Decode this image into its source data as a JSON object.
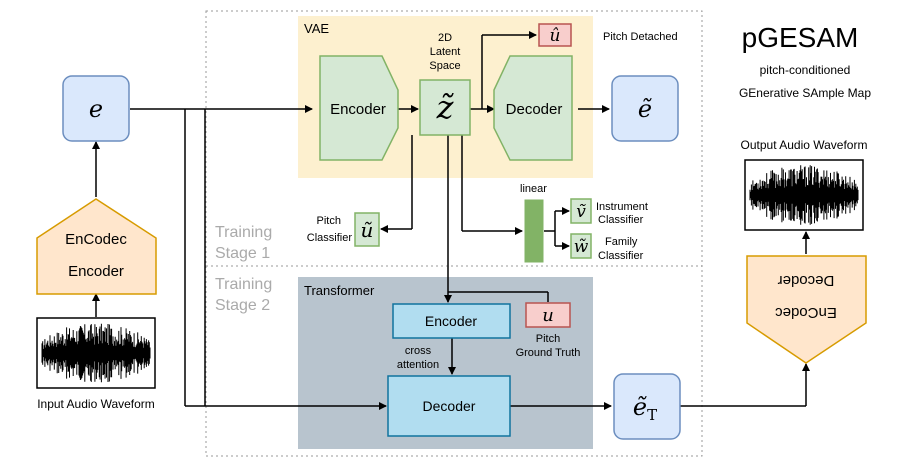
{
  "title": "pGESAM",
  "subtitle_line1": "pitch-conditioned",
  "subtitle_line2": "GEnerative SAmple Map",
  "vae": {
    "label": "VAE",
    "encoder": "Encoder",
    "decoder": "Decoder",
    "latent_label_1": "2D",
    "latent_label_2": "Latent",
    "latent_label_3": "Space",
    "latent_symbol": "z̃",
    "pitch_detached": "Pitch Detached",
    "u_hat_symbol": "û"
  },
  "training_stage_1": [
    "Training",
    "Stage 1"
  ],
  "training_stage_2": [
    "Training",
    "Stage 2"
  ],
  "inputs": {
    "e_symbol": "e",
    "e_tilde_symbol": "ẽ",
    "e_tilde_T_symbol": "ẽ",
    "e_tilde_T_subscript": "T",
    "encodec_encoder_1": "EnCodec",
    "encodec_encoder_2": "Encoder",
    "input_waveform_label": "Input Audio Waveform",
    "output_waveform_label": "Output Audio Waveform",
    "encodec_decoder_1": "EnCodec",
    "encodec_decoder_2": "Decoder"
  },
  "classifiers": {
    "pitch_label_1": "Pitch",
    "pitch_label_2": "Classifier",
    "u_tilde_symbol": "ũ",
    "linear_label": "linear",
    "v_tilde_symbol": "ṽ",
    "instrument_1": "Instrument",
    "instrument_2": "Classifier",
    "w_tilde_symbol": "w̃",
    "family_1": "Family",
    "family_2": "Classifier"
  },
  "transformer": {
    "label": "Transformer",
    "encoder": "Encoder",
    "decoder": "Decoder",
    "cross_1": "cross",
    "cross_2": "attention",
    "u_symbol": "u",
    "pitch_gt_1": "Pitch",
    "pitch_gt_2": "Ground Truth"
  },
  "colors": {
    "vae_bg": "#fdf0cf",
    "transformer_bg": "#b8c4ce",
    "green_fill": "#d5e8d4",
    "green_stroke": "#82b366",
    "blue_fill": "#dae8fc",
    "blue_stroke": "#6c8ebf",
    "orange_fill": "#ffe6cc",
    "orange_stroke": "#d79b00",
    "pink_fill": "#f8cecc",
    "pink_stroke": "#b85450",
    "cyan_fill": "#b1ddf0",
    "cyan_stroke": "#10739e"
  }
}
